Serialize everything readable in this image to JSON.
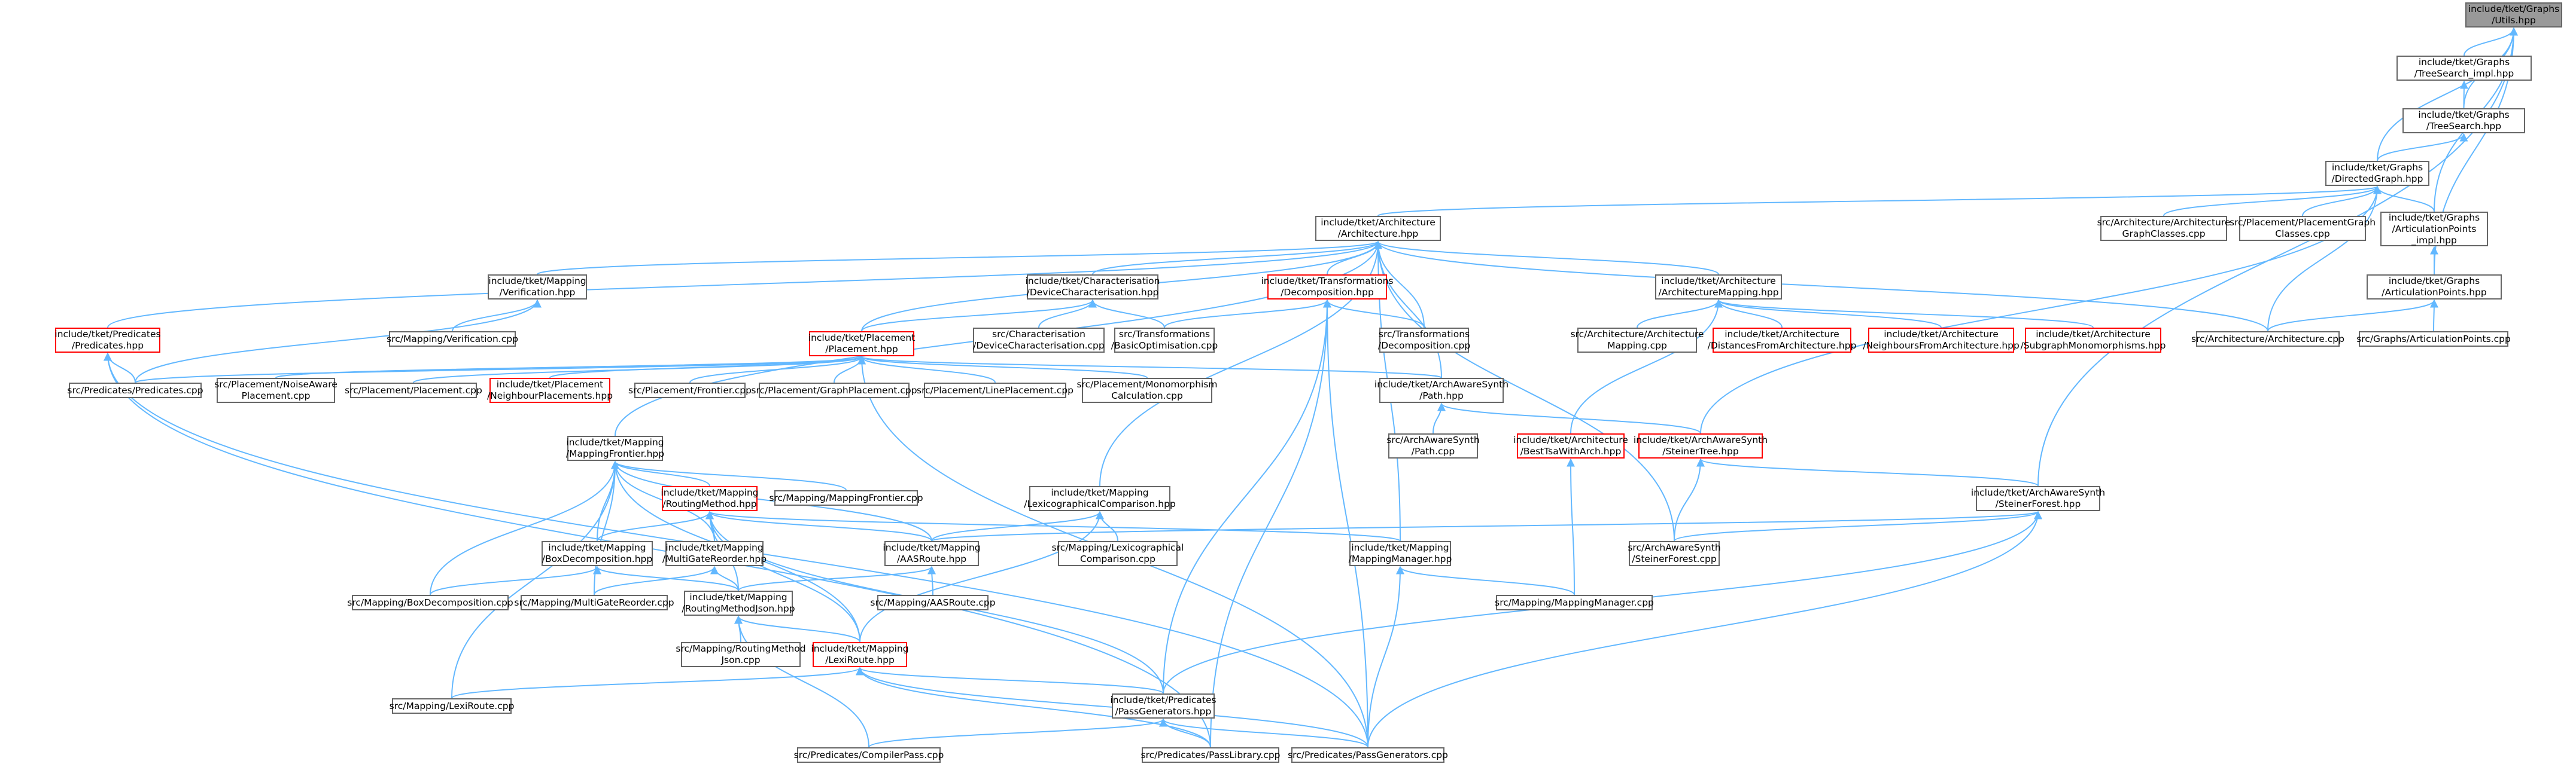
{
  "graph": {
    "colors": {
      "edge": "#63b8ff",
      "node_border": "#666666",
      "highlight_border": "#ff0000",
      "root_fill": "#999999"
    },
    "nodes": [
      {
        "id": "utils",
        "lines": [
          "include/tket/Graphs",
          "/Utils.hpp"
        ],
        "style": "root"
      },
      {
        "id": "treesearch_impl",
        "lines": [
          "include/tket/Graphs",
          "/TreeSearch_impl.hpp"
        ]
      },
      {
        "id": "treesearch",
        "lines": [
          "include/tket/Graphs",
          "/TreeSearch.hpp"
        ]
      },
      {
        "id": "directedgraph",
        "lines": [
          "include/tket/Graphs",
          "/DirectedGraph.hpp"
        ]
      },
      {
        "id": "arch_hpp",
        "lines": [
          "include/tket/Architecture",
          "/Architecture.hpp"
        ]
      },
      {
        "id": "arch_graphclasses",
        "lines": [
          "src/Architecture/Architecture",
          "GraphClasses.cpp"
        ]
      },
      {
        "id": "placement_graphclasses",
        "lines": [
          "src/Placement/PlacementGraph",
          "Classes.cpp"
        ]
      },
      {
        "id": "artpoints_impl",
        "lines": [
          "include/tket/Graphs",
          "/ArticulationPoints",
          "_impl.hpp"
        ]
      },
      {
        "id": "artpoints",
        "lines": [
          "include/tket/Graphs",
          "/ArticulationPoints.hpp"
        ]
      },
      {
        "id": "arch_cpp",
        "lines": [
          "src/Architecture/Architecture.cpp"
        ]
      },
      {
        "id": "artpoints_cpp",
        "lines": [
          "src/Graphs/ArticulationPoints.cpp"
        ]
      },
      {
        "id": "verification_hpp",
        "lines": [
          "include/tket/Mapping",
          "/Verification.hpp"
        ]
      },
      {
        "id": "devchar_hpp",
        "lines": [
          "include/tket/Characterisation",
          "/DeviceCharacterisation.hpp"
        ]
      },
      {
        "id": "decomp_hpp",
        "lines": [
          "include/tket/Transformations",
          "/Decomposition.hpp"
        ],
        "style": "red"
      },
      {
        "id": "archmapping_hpp",
        "lines": [
          "include/tket/Architecture",
          "/ArchitectureMapping.hpp"
        ]
      },
      {
        "id": "predicates_hpp",
        "lines": [
          "include/tket/Predicates",
          "/Predicates.hpp"
        ],
        "style": "red"
      },
      {
        "id": "verification_cpp",
        "lines": [
          "src/Mapping/Verification.cpp"
        ]
      },
      {
        "id": "placement_hpp",
        "lines": [
          "include/tket/Placement",
          "/Placement.hpp"
        ],
        "style": "red"
      },
      {
        "id": "devchar_cpp",
        "lines": [
          "src/Characterisation",
          "/DeviceCharacterisation.cpp"
        ]
      },
      {
        "id": "basicopt_cpp",
        "lines": [
          "src/Transformations",
          "/BasicOptimisation.cpp"
        ]
      },
      {
        "id": "decomp_cpp",
        "lines": [
          "src/Transformations",
          "/Decomposition.cpp"
        ]
      },
      {
        "id": "archmapping_cpp",
        "lines": [
          "src/Architecture/Architecture",
          "Mapping.cpp"
        ]
      },
      {
        "id": "distfromarch_hpp",
        "lines": [
          "include/tket/Architecture",
          "/DistancesFromArchitecture.hpp"
        ],
        "style": "red"
      },
      {
        "id": "neighfromarch_hpp",
        "lines": [
          "include/tket/Architecture",
          "/NeighboursFromArchitecture.hpp"
        ],
        "style": "red"
      },
      {
        "id": "subgraphmono_hpp",
        "lines": [
          "include/tket/Architecture",
          "/SubgraphMonomorphisms.hpp"
        ],
        "style": "red"
      },
      {
        "id": "predicates_cpp",
        "lines": [
          "src/Predicates/Predicates.cpp"
        ]
      },
      {
        "id": "noiseaware_cpp",
        "lines": [
          "src/Placement/NoiseAware",
          "Placement.cpp"
        ]
      },
      {
        "id": "placement_cpp",
        "lines": [
          "src/Placement/Placement.cpp"
        ]
      },
      {
        "id": "neighplacements_hpp",
        "lines": [
          "include/tket/Placement",
          "/NeighbourPlacements.hpp"
        ],
        "style": "red"
      },
      {
        "id": "frontier_cpp",
        "lines": [
          "src/Placement/Frontier.cpp"
        ]
      },
      {
        "id": "graphplacement_cpp",
        "lines": [
          "src/Placement/GraphPlacement.cpp"
        ]
      },
      {
        "id": "lineplacement_cpp",
        "lines": [
          "src/Placement/LinePlacement.cpp"
        ]
      },
      {
        "id": "monomorph_cpp",
        "lines": [
          "src/Placement/Monomorphism",
          "Calculation.cpp"
        ]
      },
      {
        "id": "path_hpp",
        "lines": [
          "include/tket/ArchAwareSynth",
          "/Path.hpp"
        ]
      },
      {
        "id": "path_cpp",
        "lines": [
          "src/ArchAwareSynth",
          "/Path.cpp"
        ]
      },
      {
        "id": "bestfits_hpp",
        "lines": [
          "include/tket/Architecture",
          "/BestTsaWithArch.hpp"
        ],
        "style": "red"
      },
      {
        "id": "steinertree_hpp",
        "lines": [
          "include/tket/ArchAwareSynth",
          "/SteinerTree.hpp"
        ],
        "style": "red"
      },
      {
        "id": "mappingfrontier_hpp",
        "lines": [
          "include/tket/Mapping",
          "/MappingFrontier.hpp"
        ]
      },
      {
        "id": "routingmethod_hpp",
        "lines": [
          "include/tket/Mapping",
          "/RoutingMethod.hpp"
        ],
        "style": "red"
      },
      {
        "id": "mappingfrontier_cpp",
        "lines": [
          "src/Mapping/MappingFrontier.cpp"
        ]
      },
      {
        "id": "lexicomp_hpp",
        "lines": [
          "include/tket/Mapping",
          "/LexicographicalComparison.hpp"
        ]
      },
      {
        "id": "steinerforest_hpp",
        "lines": [
          "include/tket/ArchAwareSynth",
          "/SteinerForest.hpp"
        ]
      },
      {
        "id": "boxdecomp_hpp",
        "lines": [
          "include/tket/Mapping",
          "/BoxDecomposition.hpp"
        ]
      },
      {
        "id": "multigate_hpp",
        "lines": [
          "include/tket/Mapping",
          "/MultiGateReorder.hpp"
        ]
      },
      {
        "id": "aasroute_hpp",
        "lines": [
          "include/tket/Mapping",
          "/AASRoute.hpp"
        ]
      },
      {
        "id": "lexicomp_cpp",
        "lines": [
          "src/Mapping/Lexicographical",
          "Comparison.cpp"
        ]
      },
      {
        "id": "mappingmanager_hpp",
        "lines": [
          "include/tket/Mapping",
          "/MappingManager.hpp"
        ]
      },
      {
        "id": "steinerforest_cpp",
        "lines": [
          "src/ArchAwareSynth",
          "/SteinerForest.cpp"
        ]
      },
      {
        "id": "boxdecomp_cpp",
        "lines": [
          "src/Mapping/BoxDecomposition.cpp"
        ]
      },
      {
        "id": "multigate_cpp",
        "lines": [
          "src/Mapping/MultiGateReorder.cpp"
        ]
      },
      {
        "id": "routingjson_hpp",
        "lines": [
          "include/tket/Mapping",
          "/RoutingMethodJson.hpp"
        ]
      },
      {
        "id": "aasroute_cpp",
        "lines": [
          "src/Mapping/AASRoute.cpp"
        ]
      },
      {
        "id": "mappingmanager_cpp",
        "lines": [
          "src/Mapping/MappingManager.cpp"
        ]
      },
      {
        "id": "routingjson_cpp",
        "lines": [
          "src/Mapping/RoutingMethod",
          "Json.cpp"
        ]
      },
      {
        "id": "lexiroute_hpp",
        "lines": [
          "include/tket/Mapping",
          "/LexiRoute.hpp"
        ],
        "style": "red"
      },
      {
        "id": "lexiroute_cpp",
        "lines": [
          "src/Mapping/LexiRoute.cpp"
        ]
      },
      {
        "id": "passgen_hpp",
        "lines": [
          "include/tket/Predicates",
          "/PassGenerators.hpp"
        ]
      },
      {
        "id": "compilerpass_cpp",
        "lines": [
          "src/Predicates/CompilerPass.cpp"
        ]
      },
      {
        "id": "passlibrary_cpp",
        "lines": [
          "src/Predicates/PassLibrary.cpp"
        ]
      },
      {
        "id": "passgen_cpp",
        "lines": [
          "src/Predicates/PassGenerators.cpp"
        ]
      }
    ],
    "edges": [
      [
        "treesearch_impl",
        "utils"
      ],
      [
        "treesearch",
        "utils"
      ],
      [
        "directedgraph",
        "utils"
      ],
      [
        "artpoints",
        "utils"
      ],
      [
        "steinerforest_hpp",
        "utils"
      ],
      [
        "artpoints_impl",
        "utils"
      ],
      [
        "treesearch",
        "treesearch_impl"
      ],
      [
        "directedgraph",
        "treesearch"
      ],
      [
        "arch_hpp",
        "directedgraph"
      ],
      [
        "arch_graphclasses",
        "directedgraph"
      ],
      [
        "placement_graphclasses",
        "directedgraph"
      ],
      [
        "artpoints_impl",
        "directedgraph"
      ],
      [
        "steinertree_hpp",
        "directedgraph"
      ],
      [
        "arch_cpp",
        "directedgraph"
      ],
      [
        "artpoints",
        "artpoints_impl"
      ],
      [
        "arch_cpp",
        "artpoints"
      ],
      [
        "artpoints_cpp",
        "artpoints"
      ],
      [
        "verification_hpp",
        "arch_hpp"
      ],
      [
        "devchar_hpp",
        "arch_hpp"
      ],
      [
        "decomp_hpp",
        "arch_hpp"
      ],
      [
        "archmapping_hpp",
        "arch_hpp"
      ],
      [
        "predicates_hpp",
        "arch_hpp"
      ],
      [
        "placement_hpp",
        "arch_hpp"
      ],
      [
        "decomp_cpp",
        "arch_hpp"
      ],
      [
        "arch_cpp",
        "arch_hpp"
      ],
      [
        "path_hpp",
        "arch_hpp"
      ],
      [
        "mappingfrontier_hpp",
        "arch_hpp"
      ],
      [
        "lexicomp_hpp",
        "arch_hpp"
      ],
      [
        "mappingmanager_hpp",
        "arch_hpp"
      ],
      [
        "steinerforest_cpp",
        "arch_hpp"
      ],
      [
        "verification_cpp",
        "verification_hpp"
      ],
      [
        "predicates_cpp",
        "verification_hpp"
      ],
      [
        "placement_hpp",
        "devchar_hpp"
      ],
      [
        "devchar_cpp",
        "devchar_hpp"
      ],
      [
        "basicopt_cpp",
        "devchar_hpp"
      ],
      [
        "basicopt_cpp",
        "decomp_hpp"
      ],
      [
        "decomp_cpp",
        "decomp_hpp"
      ],
      [
        "passgen_hpp",
        "decomp_hpp"
      ],
      [
        "passlibrary_cpp",
        "decomp_hpp"
      ],
      [
        "passgen_cpp",
        "decomp_hpp"
      ],
      [
        "archmapping_cpp",
        "archmapping_hpp"
      ],
      [
        "distfromarch_hpp",
        "archmapping_hpp"
      ],
      [
        "neighfromarch_hpp",
        "archmapping_hpp"
      ],
      [
        "subgraphmono_hpp",
        "archmapping_hpp"
      ],
      [
        "bestfits_hpp",
        "archmapping_hpp"
      ],
      [
        "predicates_cpp",
        "predicates_hpp"
      ],
      [
        "passgen_cpp",
        "predicates_hpp"
      ],
      [
        "passlibrary_cpp",
        "predicates_hpp"
      ],
      [
        "predicates_cpp",
        "placement_hpp"
      ],
      [
        "noiseaware_cpp",
        "placement_hpp"
      ],
      [
        "placement_cpp",
        "placement_hpp"
      ],
      [
        "neighplacements_hpp",
        "placement_hpp"
      ],
      [
        "frontier_cpp",
        "placement_hpp"
      ],
      [
        "graphplacement_cpp",
        "placement_hpp"
      ],
      [
        "lineplacement_cpp",
        "placement_hpp"
      ],
      [
        "monomorph_cpp",
        "placement_hpp"
      ],
      [
        "passgen_cpp",
        "placement_hpp"
      ],
      [
        "path_hpp",
        "placement_hpp"
      ],
      [
        "path_cpp",
        "path_hpp"
      ],
      [
        "steinertree_hpp",
        "path_hpp"
      ],
      [
        "mappingmanager_cpp",
        "bestfits_hpp"
      ],
      [
        "steinerforest_hpp",
        "steinertree_hpp"
      ],
      [
        "steinerforest_cpp",
        "steinertree_hpp"
      ],
      [
        "routingmethod_hpp",
        "mappingfrontier_hpp"
      ],
      [
        "mappingfrontier_cpp",
        "mappingfrontier_hpp"
      ],
      [
        "boxdecomp_hpp",
        "mappingfrontier_hpp"
      ],
      [
        "multigate_hpp",
        "mappingfrontier_hpp"
      ],
      [
        "aasroute_hpp",
        "mappingfrontier_hpp"
      ],
      [
        "boxdecomp_cpp",
        "mappingfrontier_hpp"
      ],
      [
        "multigate_cpp",
        "mappingfrontier_hpp"
      ],
      [
        "lexiroute_hpp",
        "mappingfrontier_hpp"
      ],
      [
        "lexiroute_cpp",
        "mappingfrontier_hpp"
      ],
      [
        "boxdecomp_hpp",
        "routingmethod_hpp"
      ],
      [
        "multigate_hpp",
        "routingmethod_hpp"
      ],
      [
        "aasroute_hpp",
        "routingmethod_hpp"
      ],
      [
        "routingjson_hpp",
        "routingmethod_hpp"
      ],
      [
        "mappingmanager_hpp",
        "routingmethod_hpp"
      ],
      [
        "lexiroute_hpp",
        "routingmethod_hpp"
      ],
      [
        "passgen_hpp",
        "routingmethod_hpp"
      ],
      [
        "aasroute_hpp",
        "lexicomp_hpp"
      ],
      [
        "lexicomp_cpp",
        "lexicomp_hpp"
      ],
      [
        "lexiroute_hpp",
        "lexicomp_hpp"
      ],
      [
        "aasroute_hpp",
        "steinerforest_hpp"
      ],
      [
        "steinerforest_cpp",
        "steinerforest_hpp"
      ],
      [
        "passgen_hpp",
        "steinerforest_hpp"
      ],
      [
        "passgen_cpp",
        "steinerforest_hpp"
      ],
      [
        "boxdecomp_cpp",
        "boxdecomp_hpp"
      ],
      [
        "routingjson_hpp",
        "boxdecomp_hpp"
      ],
      [
        "multigate_cpp",
        "multigate_hpp"
      ],
      [
        "routingjson_hpp",
        "multigate_hpp"
      ],
      [
        "routingjson_hpp",
        "aasroute_hpp"
      ],
      [
        "aasroute_cpp",
        "aasroute_hpp"
      ],
      [
        "mappingmanager_cpp",
        "mappingmanager_hpp"
      ],
      [
        "passgen_cpp",
        "mappingmanager_hpp"
      ],
      [
        "routingjson_cpp",
        "routingjson_hpp"
      ],
      [
        "lexiroute_hpp",
        "routingjson_hpp"
      ],
      [
        "compilerpass_cpp",
        "routingjson_hpp"
      ],
      [
        "lexiroute_cpp",
        "lexiroute_hpp"
      ],
      [
        "passgen_hpp",
        "lexiroute_hpp"
      ],
      [
        "passgen_cpp",
        "lexiroute_hpp"
      ],
      [
        "passlibrary_cpp",
        "lexiroute_hpp"
      ],
      [
        "compilerpass_cpp",
        "passgen_hpp"
      ],
      [
        "passlibrary_cpp",
        "passgen_hpp"
      ],
      [
        "passgen_cpp",
        "passgen_hpp"
      ]
    ]
  }
}
